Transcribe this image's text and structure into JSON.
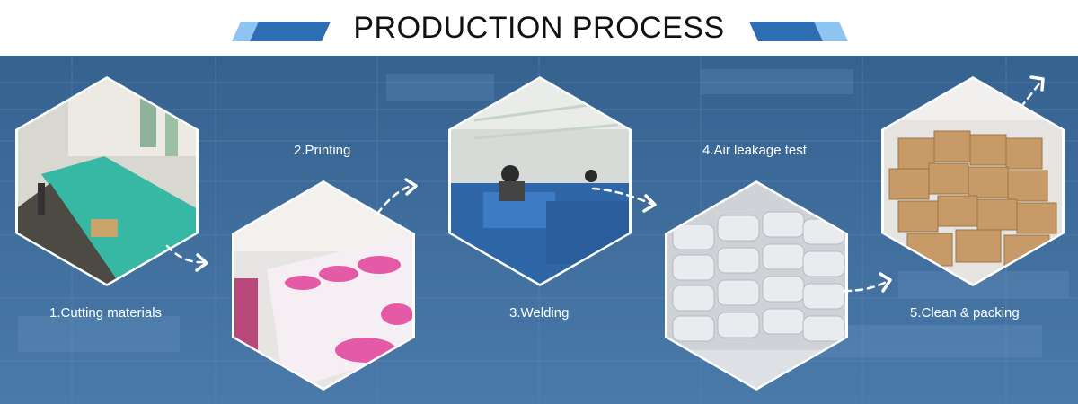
{
  "header": {
    "title": "PRODUCTION PROCESS"
  },
  "colors": {
    "banner": "#3a6a9c",
    "accent_dark": "#2f6db3",
    "accent_light": "#8fc4f0",
    "label": "#ffffff"
  },
  "steps": [
    {
      "label": "1.Cutting materials",
      "photo": "cutting-table-photo"
    },
    {
      "label": "2.Printing",
      "photo": "printing-line-photo"
    },
    {
      "label": "3.Welding",
      "photo": "welding-workshop-photo"
    },
    {
      "label": "4.Air leakage test",
      "photo": "inflated-products-photo"
    },
    {
      "label": "5.Clean & packing",
      "photo": "packed-boxes-photo"
    }
  ]
}
